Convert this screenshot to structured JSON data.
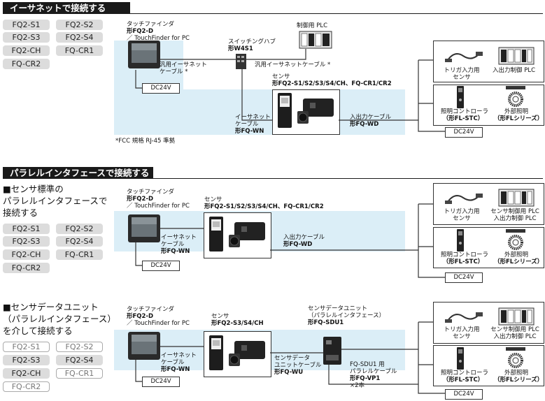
{
  "sections": [
    {
      "title": "イーサネットで接続する",
      "chips": [
        "FQ2-S1",
        "FQ2-S2",
        "FQ2-S3",
        "FQ2-S4",
        "FQ2-CH",
        "FQ-CR1",
        "FQ-CR2"
      ],
      "touchfinder": [
        "タッチファインダ",
        "形FQ2-D",
        "／ TouchFinder for PC"
      ],
      "ethernet_cable_1": [
        "汎用イーサネット",
        "ケーブル *"
      ],
      "dc": "DC24V",
      "hub": [
        "スイッチングハブ",
        "形W4S1"
      ],
      "plc_label": "制御用 PLC",
      "ethernet_cable_2": "汎用イーサネットケーブル *",
      "sensor": [
        "センサ",
        "形FQ2-S1/S2/S3/S4/CH、FQ-CR1/CR2"
      ],
      "ethernet_cable_3": [
        "イーサネット",
        "ケーブル",
        "形FQ-WN"
      ],
      "io_cable": [
        "入出力ケーブル",
        "形FQ-WD"
      ],
      "trigger": [
        "トリガ入力用",
        "センサ"
      ],
      "io_plc": "入出力制御 PLC",
      "light_ctrl": [
        "照明コントローラ",
        "（形FL-STC）"
      ],
      "ext_light": [
        "外部照明",
        "（形FLシリーズ）"
      ],
      "dc2": "DC24V",
      "note": "*FCC 規格 RJ-45 準拠"
    },
    {
      "title": "パラレルインタフェースで接続する",
      "heading": [
        "■センサ標準の",
        "パラレルインタフェースで",
        "接続する"
      ],
      "chips": [
        "FQ2-S1",
        "FQ2-S2",
        "FQ2-S3",
        "FQ2-S4",
        "FQ2-CH",
        "FQ-CR1",
        "FQ-CR2"
      ],
      "touchfinder": [
        "タッチファインダ",
        "形FQ2-D",
        "／ TouchFinder for PC"
      ],
      "sensor": [
        "センサ",
        "形FQ2-S1/S2/S3/S4/CH、FQ-CR1/CR2"
      ],
      "ethernet_cable": [
        "イーサネット",
        "ケーブル",
        "形FQ-WN"
      ],
      "dc": "DC24V",
      "io_cable": [
        "入出力ケーブル",
        "形FQ-WD"
      ],
      "trigger": [
        "トリガ入力用",
        "センサ"
      ],
      "io_plc": [
        "センサ制御用 PLC",
        "入出力制御 PLC"
      ],
      "light_ctrl": [
        "照明コントローラ",
        "（形FL-STC）"
      ],
      "ext_light": [
        "外部照明",
        "（形FLシリーズ）"
      ],
      "dc2": "DC24V"
    },
    {
      "heading": [
        "■センサデータユニット",
        "（パラレルインタフェース）",
        "を介して接続する"
      ],
      "chips": [
        "FQ2-S1",
        "FQ2-S2",
        "FQ2-S3",
        "FQ2-S4",
        "FQ2-CH",
        "FQ-CR1",
        "FQ-CR2"
      ],
      "chip_enabled": [
        false,
        false,
        true,
        true,
        true,
        false,
        false
      ],
      "touchfinder": [
        "タッチファインダ",
        "形FQ2-D",
        "／ TouchFinder for PC"
      ],
      "sensor": [
        "センサ",
        "形FQ2-S3/S4/CH"
      ],
      "ethernet_cable": [
        "イーサネット",
        "ケーブル",
        "形FQ-WN"
      ],
      "dc": "DC24V",
      "sdu": [
        "センサデータユニット",
        "（パラレルインタフェース）",
        "形FQ-SDU1"
      ],
      "sdu_cable": [
        "センサデータ",
        "ユニットケーブル",
        "形FQ-WU"
      ],
      "parallel_cable": [
        "FQ-SDU1 用",
        "パラレルケーブル",
        "形FQ-VP1",
        "×2本"
      ],
      "trigger": [
        "トリガ入力用",
        "センサ"
      ],
      "io_plc": [
        "センサ制御用 PLC",
        "入出力制御 PLC"
      ],
      "light_ctrl": [
        "照明コントローラ",
        "（形FL-STC）"
      ],
      "ext_light": [
        "外部照明",
        "（形FLシリーズ）"
      ],
      "dc2": "DC24V"
    }
  ]
}
